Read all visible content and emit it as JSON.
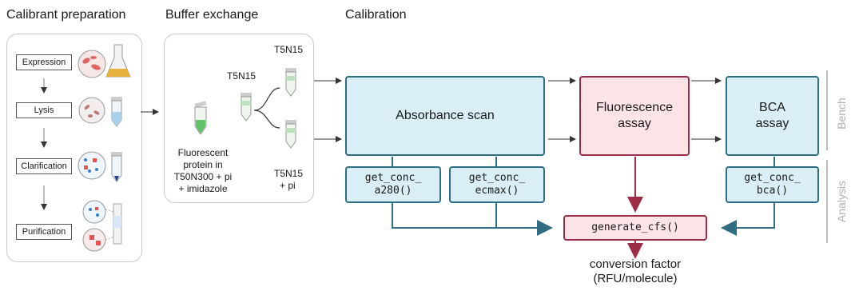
{
  "sections": {
    "calibrant_preparation": "Calibrant preparation",
    "buffer_exchange": "Buffer exchange",
    "calibration": "Calibration"
  },
  "prep_steps": [
    "Expression",
    "Lysis",
    "Clarification",
    "Purification"
  ],
  "buffer": {
    "label_top": "T5N15",
    "label_mid": "T5N15",
    "label_bottom_1": "T5N15",
    "label_bottom_2": "+ pi",
    "source_lines": [
      "Fluorescent",
      "protein in",
      "T50N300 + pi",
      "+ imidazole"
    ]
  },
  "bench": {
    "absorbance": "Absorbance scan",
    "fluorescence_1": "Fluorescence",
    "fluorescence_2": "assay",
    "bca_1": "BCA",
    "bca_2": "assay"
  },
  "analysis": {
    "a280_1": "get_conc_",
    "a280_2": "a280()",
    "ecmax_1": "get_conc_",
    "ecmax_2": "ecmax()",
    "bca_1": "get_conc_",
    "bca_2": "bca()",
    "generate": "generate_cfs()"
  },
  "output": {
    "line1": "conversion factor",
    "line2": "(RFU/molecule)"
  },
  "side_labels": {
    "bench": "Bench",
    "analysis": "Analysis"
  },
  "colors": {
    "blue_fill": "#d9eff5",
    "blue_stroke": "#2e6d82",
    "pink_fill": "#fbe3e8",
    "pink_stroke": "#9b2d47"
  }
}
